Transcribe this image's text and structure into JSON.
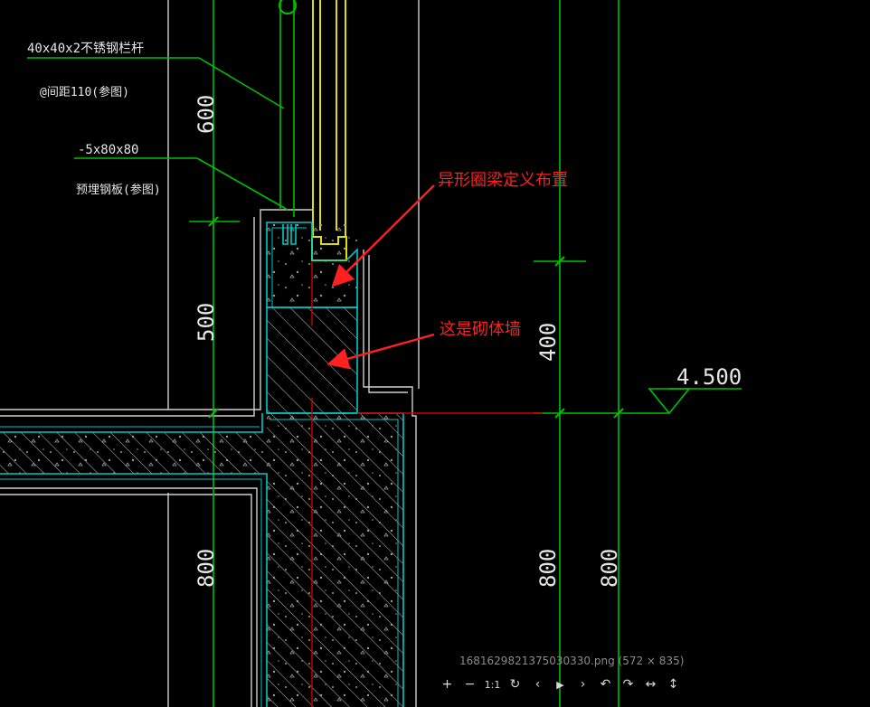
{
  "image": {
    "filename_caption": "1681629821375030330.png (572 × 835)"
  },
  "drawing": {
    "labels": {
      "rail_spec": "40x40x2不锈钢栏杆",
      "rail_spacing": "@间距110(参图)",
      "plate_spec": "-5x80x80",
      "plate_note": "预埋钢板(参图)",
      "elevation": "4.500"
    },
    "dimensions": {
      "dim_600": "600",
      "dim_500": "500",
      "dim_400": "400",
      "dim_800_left": "800",
      "dim_800_mid": "800",
      "dim_800_right": "800"
    },
    "annotations": {
      "beam_note": "异形圈梁定义布置",
      "wall_note": "这是砌体墙"
    },
    "colors": {
      "background": "#000000",
      "green": "#00c000",
      "cyan": "#00c8c8",
      "yellow": "#e0e000",
      "red": "#ff2020",
      "white": "#d0d0d0"
    }
  },
  "toolbar": {
    "zoom_in": "+",
    "zoom_out": "−",
    "actual_size": "1:1",
    "rotate": "↻",
    "prev": "‹",
    "play": "▶",
    "next": "›",
    "undo": "↶",
    "redo": "↷",
    "fit_width": "↔",
    "fit_height": "↕"
  }
}
